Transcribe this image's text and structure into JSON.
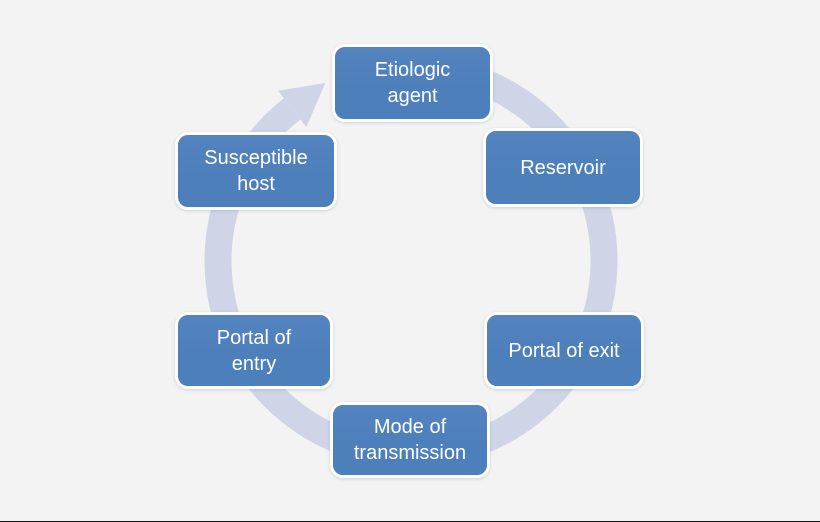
{
  "diagram": {
    "type": "cycle",
    "topic": "chain-of-infection",
    "flow_direction": "clockwise",
    "nodes": [
      {
        "id": "etiologic-agent",
        "label": "Etiologic\nagent"
      },
      {
        "id": "reservoir",
        "label": "Reservoir"
      },
      {
        "id": "portal-of-exit",
        "label": "Portal of exit"
      },
      {
        "id": "mode-of-transmission",
        "label": "Mode of\ntransmission"
      },
      {
        "id": "portal-of-entry",
        "label": "Portal of\nentry"
      },
      {
        "id": "susceptible-host",
        "label": "Susceptible\nhost"
      }
    ]
  },
  "colors": {
    "background": "#f3f3f3",
    "node_fill": "#4d7fba",
    "node_border": "#fdfdfd",
    "node_text": "#ffffff",
    "arrow": "#cfd5e6",
    "bottom_line": "#171717"
  }
}
